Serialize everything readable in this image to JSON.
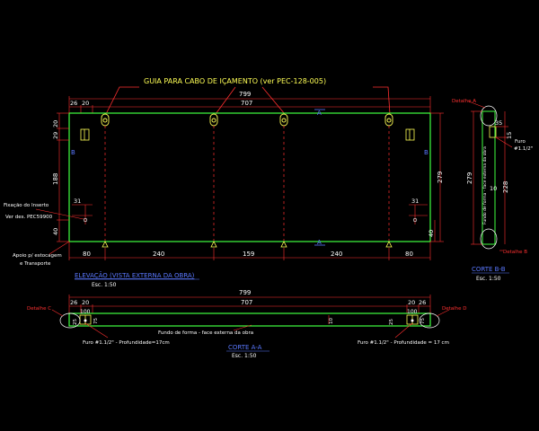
{
  "title": "GUIA PARA CABO DE IÇAMENTO (ver PEC-128-005)",
  "elevation": {
    "dims_top": [
      "799",
      "707",
      "26",
      "20"
    ],
    "dims_left": [
      "20",
      "29",
      "188",
      "40"
    ],
    "dims_bottom": [
      "80",
      "240",
      "159",
      "240",
      "80"
    ],
    "dim_right": "279",
    "dim_31_left": "31",
    "dim_31_right": "31",
    "dim_40_right": "40",
    "label_fixacao": "Fixação do Inserto",
    "label_ver_des": "Ver des. PEC59900",
    "label_apoio_1": "Apoio p/ estocagem",
    "label_apoio_2": "e Transporte",
    "caption": "ELEVAÇÃO (VISTA EXTERNA DA OBRA)",
    "scale": "Esc. 1:50"
  },
  "section_bb": {
    "detalhe_a": "Detalhe A",
    "detalhe_b": "Detalhe B",
    "furo": "Furo",
    "furo_size": "#1.1/2\"",
    "dims": [
      "279",
      "35",
      "10",
      "228",
      "15"
    ],
    "inner_label": "Fundo de forma - face externa da obra",
    "caption": "CORTE B-B",
    "scale": "Esc. 1:50"
  },
  "section_aa": {
    "dims_top": [
      "799",
      "707",
      "26",
      "20",
      "20",
      "26"
    ],
    "dims_small": [
      "100",
      "25",
      "75",
      "100",
      "25",
      "75"
    ],
    "dim_10": "10",
    "inner_label": "Fundo de forma - face externa da obra",
    "detalhe_c": "Detalhe C",
    "detalhe_d": "Detalhe D",
    "furo_left": "Furo #1.1/2\" - Profundidade=17cm",
    "furo_right": "Furo #1.1/2\" - Profundidade = 17 cm",
    "caption": "CORTE A-A",
    "scale": "Esc. 1:50"
  },
  "markers": {
    "a_label": "A",
    "b_label": "B"
  }
}
